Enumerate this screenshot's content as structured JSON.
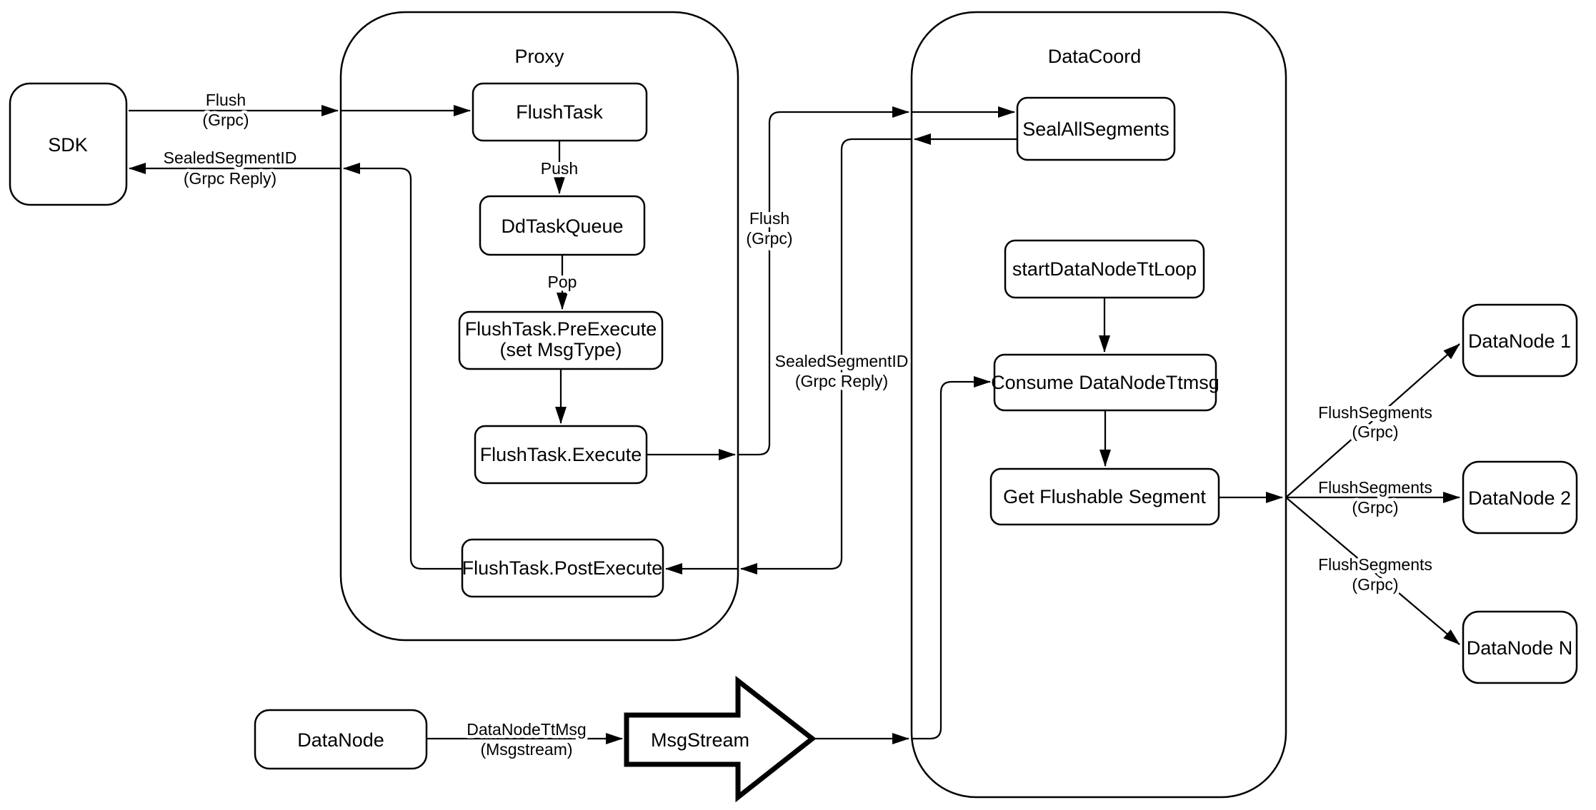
{
  "diagram": {
    "colors": {
      "stroke": "#000000",
      "fill": "#ffffff",
      "background": "#ffffff"
    },
    "containers": {
      "proxy": {
        "label": "Proxy"
      },
      "datacoord": {
        "label": "DataCoord"
      }
    },
    "nodes": {
      "sdk": {
        "label": "SDK"
      },
      "flush_task": {
        "label": "FlushTask"
      },
      "dd_task_queue": {
        "label": "DdTaskQueue"
      },
      "pre_execute": {
        "line1": "FlushTask.PreExecute",
        "line2": "(set MsgType)"
      },
      "execute": {
        "label": "FlushTask.Execute"
      },
      "post_execute": {
        "label": "FlushTask.PostExecute"
      },
      "seal_all_segments": {
        "label": "SealAllSegments"
      },
      "start_datanode_tt_loop": {
        "label": "startDataNodeTtLoop"
      },
      "consume_datanode_ttmsg": {
        "label": "Consume DataNodeTtmsg"
      },
      "get_flushable_segment": {
        "label": "Get Flushable Segment"
      },
      "datanode_1": {
        "label": "DataNode 1"
      },
      "datanode_2": {
        "label": "DataNode 2"
      },
      "datanode_n": {
        "label": "DataNode N"
      },
      "datanode_source": {
        "label": "DataNode"
      },
      "msgstream": {
        "label": "MsgStream"
      }
    },
    "edge_labels": {
      "flush_grpc_sdk": {
        "line1": "Flush",
        "line2": "(Grpc)"
      },
      "sealed_segment_id_sdk": {
        "line1": "SealedSegmentID",
        "line2": "(Grpc Reply)"
      },
      "push": {
        "label": "Push"
      },
      "pop": {
        "label": "Pop"
      },
      "flush_grpc_mid": {
        "line1": "Flush",
        "line2": "(Grpc)"
      },
      "sealed_segment_id_mid": {
        "line1": "SealedSegmentID",
        "line2": "(Grpc Reply)"
      },
      "flush_segments_1": {
        "line1": "FlushSegments",
        "line2": "(Grpc)"
      },
      "flush_segments_2": {
        "line1": "FlushSegments",
        "line2": "(Grpc)"
      },
      "flush_segments_3": {
        "line1": "FlushSegments",
        "line2": "(Grpc)"
      },
      "datanode_tt_msg": {
        "line1": "DataNodeTtMsg",
        "line2": "(Msgstream)"
      }
    }
  }
}
